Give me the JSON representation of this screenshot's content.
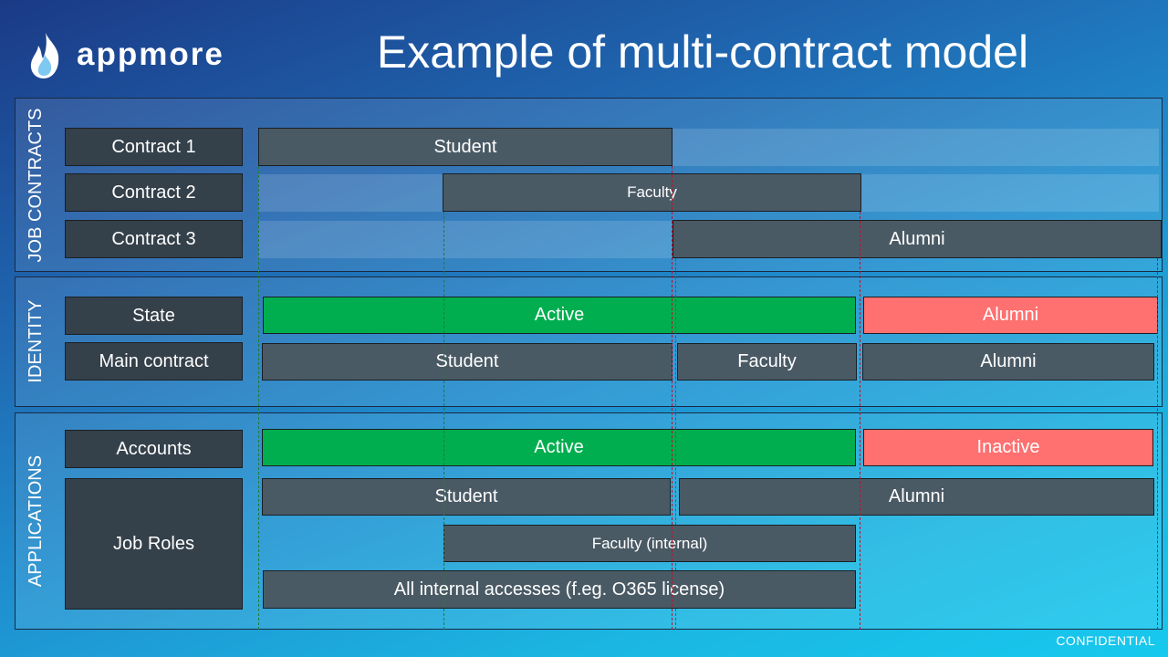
{
  "brand": {
    "name": "appmore",
    "logo_icon": "flame-icon"
  },
  "title": "Example of multi-contract model",
  "colors": {
    "active": "#00ae4f",
    "inactive": "#ff7070",
    "bar": "#4a5a65",
    "label": "#34404a",
    "green_line": "#1f7a3a",
    "red_line": "#c0102a"
  },
  "sections": {
    "job_contracts": {
      "label": "JOB CONTRACTS",
      "rows": [
        {
          "label": "Contract 1",
          "bars": [
            "Student"
          ]
        },
        {
          "label": "Contract 2",
          "bars": [
            "Faculty"
          ]
        },
        {
          "label": "Contract 3",
          "bars": [
            "Alumni"
          ]
        }
      ]
    },
    "identity": {
      "label": "IDENTITY",
      "rows": [
        {
          "label": "State",
          "bars": [
            "Active",
            "Alumni"
          ]
        },
        {
          "label": "Main contract",
          "bars": [
            "Student",
            "Faculty",
            "Alumni"
          ]
        }
      ]
    },
    "applications": {
      "label": "APPLICATIONS",
      "rows": [
        {
          "label": "Accounts",
          "bars": [
            "Active",
            "Inactive"
          ]
        },
        {
          "label": "Job Roles",
          "bars": [
            "Student",
            "Alumni",
            "Faculty (internal)",
            "All internal accesses (f.eg. O365 license)"
          ]
        }
      ]
    }
  },
  "footer": "CONFIDENTIAL"
}
